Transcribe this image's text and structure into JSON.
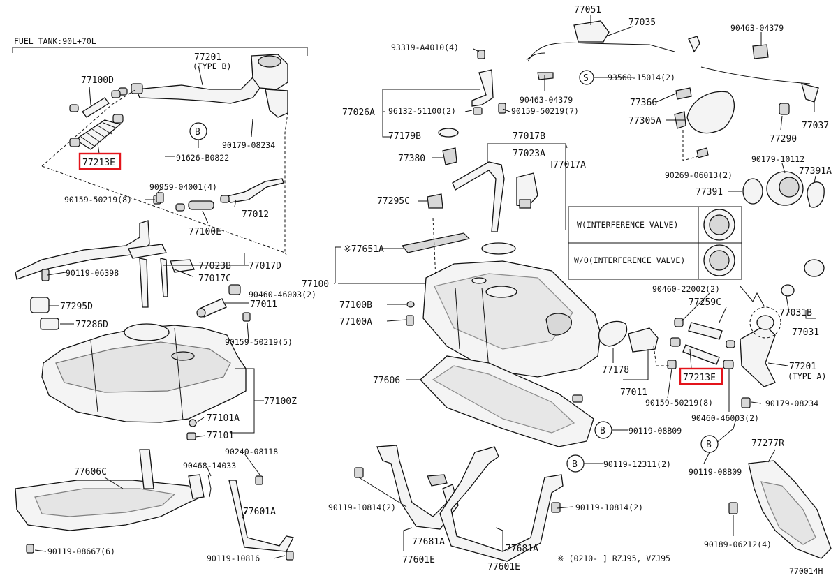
{
  "diagram": {
    "header_note": "FUEL TANK:90L+70L",
    "figure_code": "770014H",
    "footnote": "※ (0210-    ] RZJ95, VZJ95",
    "callout_letters": {
      "b": "B",
      "s": "S"
    },
    "legend": {
      "row1": "W(INTERFERENCE VALVE)",
      "row2": "W/O(INTERFERENCE VALVE)"
    },
    "highlight_color": "#e3141b",
    "parts": {
      "p77051": "77051",
      "p77035": "77035",
      "p90463_04379_a": "90463-04379",
      "p93319": "93319-A4010(4)",
      "p93560": "93560-15014(2)",
      "p90463_04379_b": "90463-04379",
      "p77366": "77366",
      "p77026a": "77026A",
      "p96132": "96132-51100(2)",
      "p90159_50219_7": "90159-50219(7)",
      "p77305a": "77305A",
      "p77290": "77290",
      "p77037": "77037",
      "p77179b": "77179B",
      "p77017b": "77017B",
      "p77023a": "77023A",
      "p77017a": "77017A",
      "p77380": "77380",
      "p90179_10112": "90179-10112",
      "p77391a": "77391A",
      "p90269": "90269-06013(2)",
      "p77391": "77391",
      "p77295c": "77295C",
      "p77651a": "※77651A",
      "p77100": "77100",
      "p77100b": "77100B",
      "p77100a": "77100A",
      "p90460_22002": "90460-22002(2)",
      "p77259c": "77259C",
      "p77031b": "77031B",
      "p77031": "77031",
      "p77606": "77606",
      "p77178": "77178",
      "p77011_r": "77011",
      "p77213e_r": "77213E",
      "p77201_r": "77201",
      "p77201_r_type": "(TYPE A)",
      "p90159_50219_8r": "90159-50219(8)",
      "p90179_08234_r": "90179-08234",
      "p90460_46003_2r": "90460-46003(2)",
      "p90119_08b09_a": "90119-08B09",
      "p90119_08b09_b": "90119-08B09",
      "p77277r": "77277R",
      "p90119_12311": "90119-12311(2)",
      "p90119_10814_l": "90119-10814(2)",
      "p90119_10814_r": "90119-10814(2)",
      "p77681a_l": "77681A",
      "p77681a_r": "77681A",
      "p77601e_l": "77601E",
      "p77601e_r": "77601E",
      "p90189": "90189-06212(4)",
      "p77201_l": "77201",
      "p77201_l_type": "(TYPE B)",
      "p77100d": "77100D",
      "p77213e_l": "77213E",
      "p91626": "91626-B0822",
      "p90179_08234_l": "90179-08234",
      "p90959": "90959-04001(4)",
      "p90159_50219_8l": "90159-50219(8)",
      "p77012": "77012",
      "p77100e": "77100E",
      "p90119_06398": "90119-06398",
      "p77023b": "77023B",
      "p77017d": "77017D",
      "p77017c": "77017C",
      "p90460_46003_2l": "90460-46003(2)",
      "p77295d": "77295D",
      "p77011_l": "77011",
      "p77286d": "77286D",
      "p90159_50219_5": "90159-50219(5)",
      "p77100z": "77100Z",
      "p77101a": "77101A",
      "p77101": "77101",
      "p77606c": "77606C",
      "p90240": "90240-08118",
      "p90468": "90468-14033",
      "p77601a": "77601A",
      "p90119_08667": "90119-08667(6)",
      "p90119_10816": "90119-10816"
    }
  }
}
